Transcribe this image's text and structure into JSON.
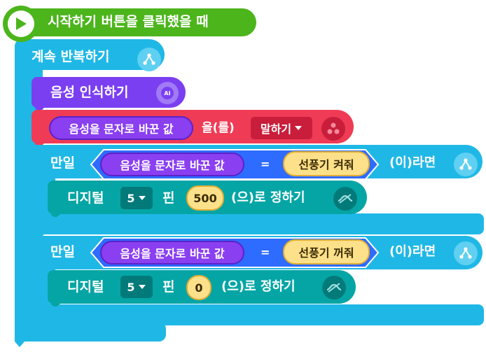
{
  "start_block": {
    "label": "시작하기 버튼을 클릭했을 때",
    "icon": "play-icon"
  },
  "loop_block": {
    "label": "계속 반복하기",
    "icon": "loop-icon"
  },
  "voice_block": {
    "label": "음성 인식하기",
    "icon": "ai-icon",
    "icon_text": "AI"
  },
  "speak_block": {
    "value_label": "음성을 문자로 바꾼 값",
    "particle": "을(를)",
    "dropdown": "말하기",
    "icon": "dots-icon"
  },
  "if_blocks": [
    {
      "label": "만일",
      "left": "음성을 문자로 바꾼 값",
      "op": "=",
      "right": "선풍기 켜줘",
      "suffix": "(이)라면",
      "digital": {
        "label": "디지털",
        "pin": "5",
        "pin_word": "핀",
        "value": "500",
        "suffix": "(으)로 정하기"
      }
    },
    {
      "label": "만일",
      "left": "음성을 문자로 바꾼 값",
      "op": "=",
      "right": "선풍기 꺼줘",
      "suffix": "(이)라면",
      "digital": {
        "label": "디지털",
        "pin": "5",
        "pin_word": "핀",
        "value": "0",
        "suffix": "(으)로 정하기"
      }
    }
  ],
  "colors": {
    "start": "#4cb51c",
    "loop": "#1fb8e6",
    "voice": "#7b3ff2",
    "speak": "#ef3b55",
    "hardware": "#05a5a5",
    "value_pill": "#8a3ff0",
    "equal": "#2e6bff"
  }
}
